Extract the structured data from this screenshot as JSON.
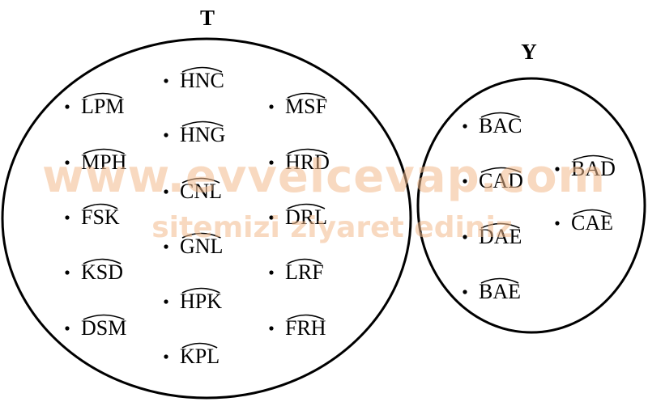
{
  "sets": [
    {
      "label": "T",
      "items": [
        "HNC",
        "LPM",
        "MSF",
        "HNG",
        "MPH",
        "HRD",
        "CNL",
        "FSK",
        "DRL",
        "GNL",
        "KSD",
        "LRF",
        "HPK",
        "DSM",
        "FRH",
        "KPL"
      ]
    },
    {
      "label": "Y",
      "items": [
        "BAC",
        "CAD",
        "BAD",
        "DAE",
        "CAE",
        "BAE"
      ]
    }
  ],
  "watermark": {
    "main": "www.evvelcevap.com",
    "sub": "sitemizi ziyaret ediniz"
  }
}
